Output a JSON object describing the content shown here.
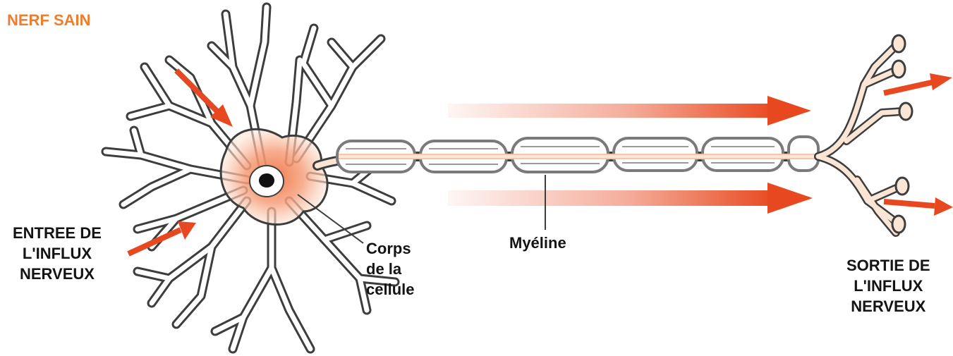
{
  "title": "NERF SAIN",
  "labels": {
    "input": [
      "ENTREE DE",
      "L'INFLUX",
      "NERVEUX"
    ],
    "output": [
      "SORTIE DE",
      "L'INFLUX",
      "NERVEUX"
    ],
    "cell_body": [
      "Corps",
      "de la",
      "cellule"
    ],
    "myelin": "Myéline"
  },
  "colors": {
    "title": "#f07d2d",
    "arrow": "#e8481f",
    "cell_body": "#f2885f",
    "outline": "#3d3d3d",
    "myelin": "#7a7a7a",
    "text": "#141414"
  }
}
